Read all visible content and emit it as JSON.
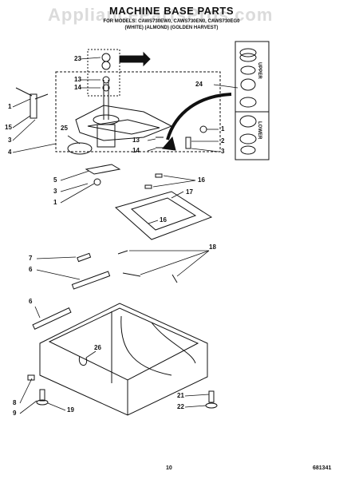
{
  "header": {
    "watermark": "AppliancePartsPros.com",
    "title": "MACHINE BASE PARTS",
    "models_line": "FOR MODELS: CAWS730EW0, CAWS730EN0, CAWS730EG0",
    "colors_line": "(WHITE)   (ALMOND)   (GOLDEN HARVEST)"
  },
  "inset": {
    "upper_label": "UPPER",
    "lower_label": "LOWER"
  },
  "callouts": [
    {
      "id": "c23",
      "text": "23"
    },
    {
      "id": "c13a",
      "text": "13"
    },
    {
      "id": "c14a",
      "text": "14"
    },
    {
      "id": "c1a",
      "text": "1"
    },
    {
      "id": "c15",
      "text": "15"
    },
    {
      "id": "c3a",
      "text": "3"
    },
    {
      "id": "c4",
      "text": "4"
    },
    {
      "id": "c25",
      "text": "25"
    },
    {
      "id": "c24",
      "text": "24"
    },
    {
      "id": "c1b",
      "text": "1"
    },
    {
      "id": "c2a",
      "text": "2"
    },
    {
      "id": "c3b",
      "text": "3"
    },
    {
      "id": "c13b",
      "text": "13"
    },
    {
      "id": "c14b",
      "text": "14"
    },
    {
      "id": "c5",
      "text": "5"
    },
    {
      "id": "c3c",
      "text": "3"
    },
    {
      "id": "c1c",
      "text": "1"
    },
    {
      "id": "c16a",
      "text": "16"
    },
    {
      "id": "c17",
      "text": "17"
    },
    {
      "id": "c16b",
      "text": "16"
    },
    {
      "id": "c7",
      "text": "7"
    },
    {
      "id": "c6a",
      "text": "6"
    },
    {
      "id": "c18",
      "text": "18"
    },
    {
      "id": "c6b",
      "text": "6"
    },
    {
      "id": "c26",
      "text": "26"
    },
    {
      "id": "c8",
      "text": "8"
    },
    {
      "id": "c9",
      "text": "9"
    },
    {
      "id": "c19",
      "text": "19"
    },
    {
      "id": "c21",
      "text": "21"
    },
    {
      "id": "c22",
      "text": "22"
    }
  ],
  "footer": {
    "page_number": "10",
    "doc_code": "681341"
  }
}
